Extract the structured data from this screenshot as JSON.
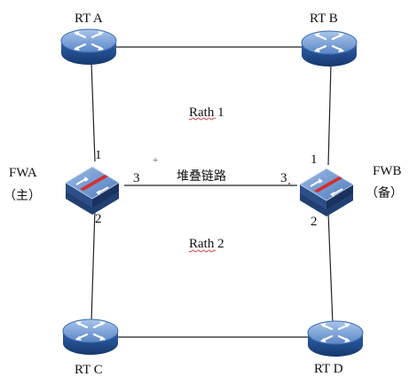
{
  "routers": {
    "rta": {
      "name": "RT A"
    },
    "rtb": {
      "name": "RT B"
    },
    "rtc": {
      "name": "RT C"
    },
    "rtd": {
      "name": "RT D"
    }
  },
  "firewalls": {
    "fwa": {
      "name": "FWA",
      "role": "（主）"
    },
    "fwb": {
      "name": "FWB",
      "role": "（备）"
    }
  },
  "paths": {
    "path1": "Rath 1",
    "path2": "Rath 2",
    "stack_link": "堆叠链路"
  },
  "ports": {
    "fwa_p1": "1",
    "fwa_p2": "2",
    "fwa_p3": "3",
    "fwb_p1": "1",
    "fwb_p2": "2",
    "fwb_p3": "3"
  },
  "colors": {
    "router_blue": "#2a5fa8",
    "router_top": "#7fa8dc",
    "firewall_top": "#6f96cc",
    "firewall_side": "#2c4f8a",
    "firewall_stripe": "#c62828",
    "link": "#222222"
  },
  "icons": {
    "router": "router-icon",
    "firewall": "firewall-icon"
  }
}
